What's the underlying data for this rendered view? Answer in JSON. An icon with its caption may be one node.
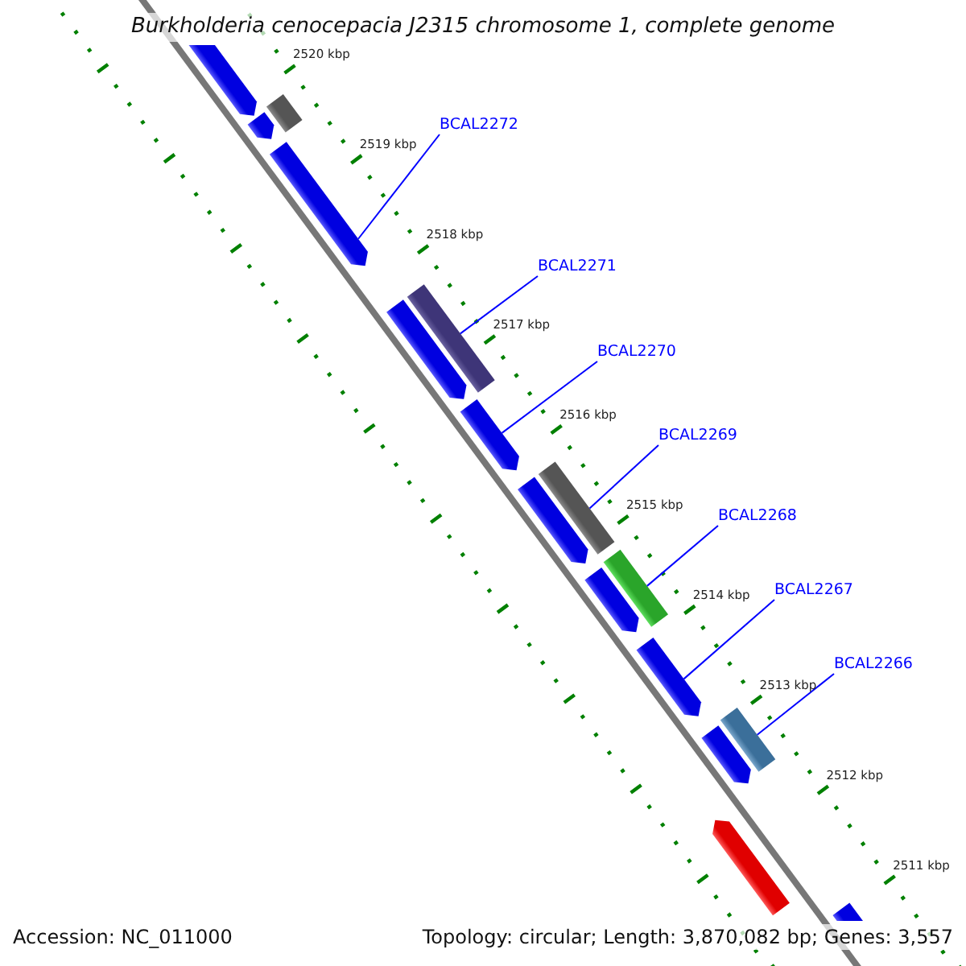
{
  "diagram": {
    "title": "Burkholderia cenocepacia J2315 chromosome 1, complete genome",
    "nodes": [
      {
        "text": [
          "BCAL2272"
        ]
      },
      {
        "text": [
          "BCAL2271"
        ]
      },
      {
        "text": [
          "BCAL2270"
        ]
      },
      {
        "text": [
          "BCAL2269"
        ]
      },
      {
        "text": [
          "BCAL2268"
        ]
      },
      {
        "text": [
          "BCAL2267"
        ]
      },
      {
        "text": [
          "BCAL2266"
        ]
      },
      {
        "text": [],
        "shape": "bar"
      },
      {
        "text": [],
        "shape": "bar"
      },
      {
        "text": [],
        "shape": "bar"
      },
      {
        "text": [],
        "shape": "bar"
      },
      {
        "text": [],
        "shape": "bar"
      },
      {
        "text": [],
        "shape": "bar"
      },
      {
        "text": [],
        "shape": "bar"
      },
      {
        "text": [],
        "shape": "bar"
      },
      {
        "text": [],
        "shape": "bar"
      },
      {
        "text": [],
        "shape": "bar"
      },
      {
        "text": [],
        "shape": "bar"
      },
      {
        "text": [],
        "shape": "bar"
      },
      {
        "text": [],
        "shape": "bar"
      },
      {
        "text": [],
        "shape": "bar"
      },
      {
        "text": [],
        "shape": "bar"
      },
      {
        "text": [],
        "shape": "bar"
      }
    ],
    "edges": [
      {
        "from": 0,
        "to": 10,
        "arrow": "none"
      },
      {
        "from": 1,
        "to": 12,
        "arrow": "none"
      },
      {
        "from": 2,
        "to": 13,
        "arrow": "none"
      },
      {
        "from": 3,
        "to": 15,
        "arrow": "none"
      },
      {
        "from": 4,
        "to": 17,
        "arrow": "none"
      },
      {
        "from": 5,
        "to": 18,
        "arrow": "none"
      },
      {
        "from": 6,
        "to": 19,
        "arrow": "none"
      }
    ],
    "labels": [
      "2520 kbp",
      "2519 kbp",
      "2518 kbp",
      "2517 kbp",
      "2516 kbp",
      "2515 kbp",
      "2514 kbp",
      "2513 kbp",
      "2512 kbp",
      "2511 kbp",
      "Accession: NC_011000",
      "Topology: circular; Length: 3,870,082 bp; Genes: 3,557"
    ]
  }
}
